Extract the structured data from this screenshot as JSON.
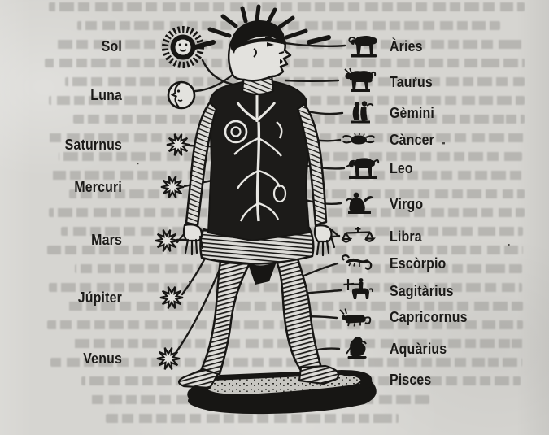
{
  "illustration": {
    "subject": "zodiac man woodcut",
    "left_column_heading": "",
    "right_column_heading": ""
  },
  "colors": {
    "paper": "#d6d5d1",
    "ink": "#171614",
    "paper_light": "#e3e2de",
    "ghost_text": "#8e8d89"
  },
  "planets": [
    {
      "label": "Sol",
      "icon": "sun-icon"
    },
    {
      "label": "Luna",
      "icon": "moon-icon"
    },
    {
      "label": "Saturnus",
      "icon": "starburst-icon"
    },
    {
      "label": "Mercuri",
      "icon": "starburst-icon"
    },
    {
      "label": "Mars",
      "icon": "starburst-icon"
    },
    {
      "label": "Júpiter",
      "icon": "starburst-icon"
    },
    {
      "label": "Venus",
      "icon": "starburst-icon"
    }
  ],
  "zodiac_signs": [
    {
      "label": "Àries",
      "icon": "aries-ram-icon"
    },
    {
      "label": "Taurus",
      "icon": "taurus-bull-icon"
    },
    {
      "label": "Gèmini",
      "icon": "gemini-twins-icon"
    },
    {
      "label": "Càncer",
      "icon": "cancer-crab-icon"
    },
    {
      "label": "Leo",
      "icon": "leo-lion-icon"
    },
    {
      "label": "Virgo",
      "icon": "virgo-maiden-icon"
    },
    {
      "label": "Libra",
      "icon": "libra-scales-icon"
    },
    {
      "label": "Escòrpio",
      "icon": "scorpio-scorpion-icon"
    },
    {
      "label": "Sagitàrius",
      "icon": "sagittarius-archer-icon"
    },
    {
      "label": "Capricornus",
      "icon": "capricorn-goat-icon"
    },
    {
      "label": "Aquàrius",
      "icon": "aquarius-waterbearer-icon"
    },
    {
      "label": "Pisces",
      "icon": "pisces-fish-icon"
    }
  ]
}
